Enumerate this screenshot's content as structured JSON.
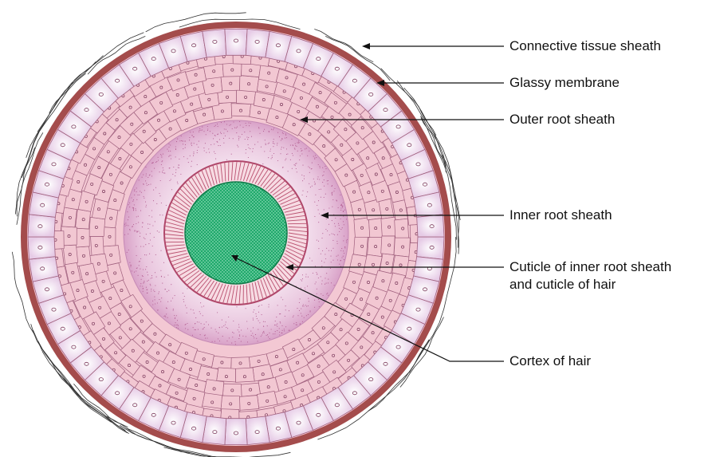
{
  "labels": {
    "connective_tissue_sheath": "Connective tissue sheath",
    "glassy_membrane": "Glassy membrane",
    "outer_root_sheath": "Outer root sheath",
    "inner_root_sheath": "Inner root sheath",
    "cuticle_line1": "Cuticle of inner root sheath",
    "cuticle_line2": "and cuticle of hair",
    "cortex_of_hair": "Cortex of hair"
  },
  "colors": {
    "glassy_membrane": "#a24a4a",
    "outer_root_sheath": "#f2c9d2",
    "cell_border": "#9a5a78",
    "basal_cell_fill": "#f5e9f4",
    "inner_root_sheath": "#e9c4dc",
    "cuticle": "#c75a7a",
    "cortex": "#1ea96a",
    "leader_line": "#111111"
  }
}
